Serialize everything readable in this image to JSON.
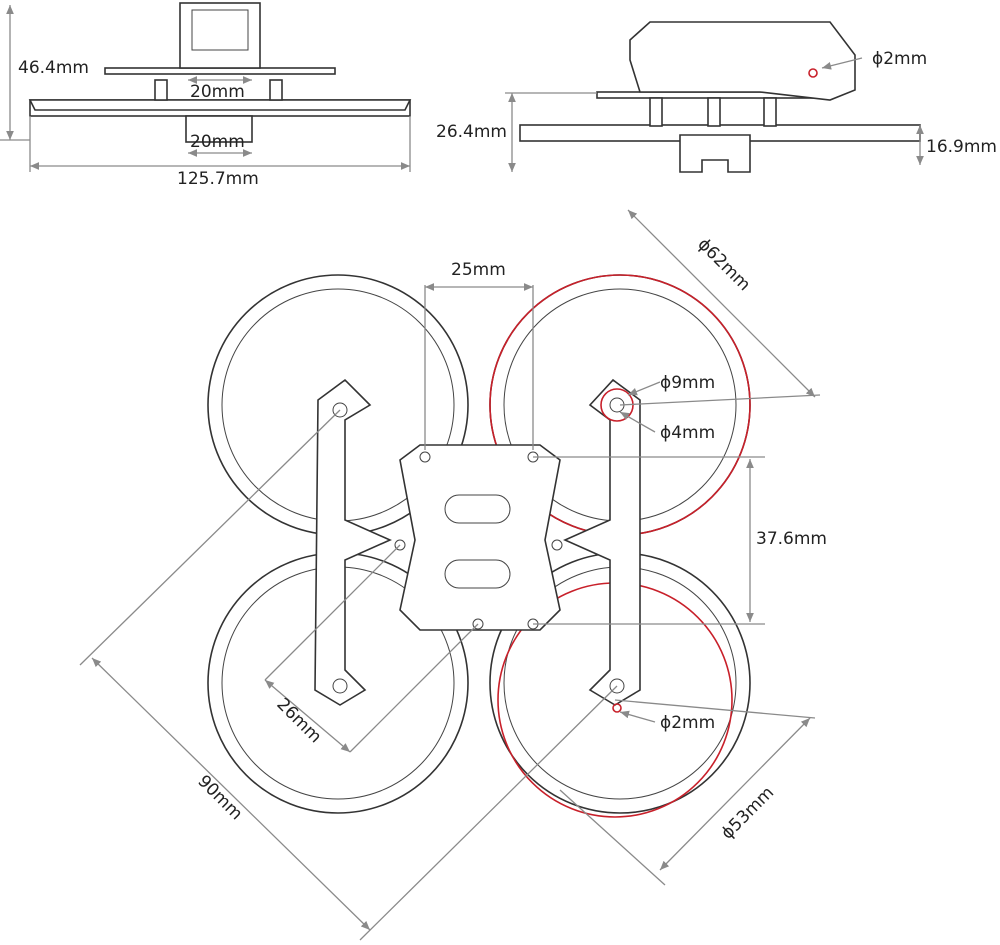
{
  "front_view": {
    "height_label": "46.4mm",
    "mount_width_label": "20mm",
    "duct_gap_label": "20mm",
    "total_width_label": "125.7mm"
  },
  "side_view": {
    "frame_height_label": "26.4mm",
    "duct_height_label": "16.9mm",
    "hole_label": "ϕ2mm"
  },
  "top_view": {
    "motor_spacing_label": "25mm",
    "prop_guard_label": "ϕ62mm",
    "motor_mount_outer_label": "ϕ9mm",
    "motor_mount_inner_label": "ϕ4mm",
    "stack_spacing_label": "37.6mm",
    "stack_diag_label": "26mm",
    "mount_hole_label": "ϕ2mm",
    "wheelbase_label": "90mm",
    "prop_label": "ϕ53mm"
  },
  "colors": {
    "highlight": "#c8202a",
    "dimension": "#8a8a8a"
  }
}
